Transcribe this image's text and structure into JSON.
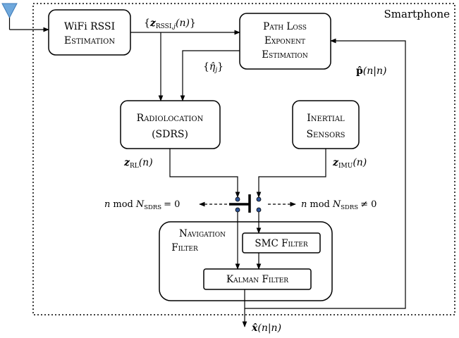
{
  "container_label": "Smartphone",
  "blocks": {
    "wifi_rssi": {
      "line1": "WiFi RSSI",
      "line2": "Estimation"
    },
    "path_loss": {
      "line1": "Path Loss",
      "line2": "Exponent",
      "line3": "Estimation"
    },
    "radiolocation": {
      "line1": "Radiolocation",
      "line2": "(SDRS)"
    },
    "inertial": {
      "line1": "Inertial",
      "line2": "Sensors"
    },
    "navigation": {
      "line1": "Navigation",
      "line2": "Filter"
    },
    "smc": {
      "label": "SMC Filter"
    },
    "kalman": {
      "label": "Kalman Filter"
    }
  },
  "signals": {
    "rssi_out": {
      "open": "{",
      "sym": "z",
      "sub": "RSSI,",
      "sub_idx": "j",
      "arg": "(n)",
      "close": "}"
    },
    "eta": {
      "open": "{",
      "sym": "η̂",
      "sub": "j",
      "close": "}"
    },
    "p_hat": {
      "sym": "p̂",
      "arg": "(n|n)"
    },
    "z_rl": {
      "sym": "z",
      "sub": "RL",
      "arg": "(n)"
    },
    "z_imu": {
      "sym": "z",
      "sub": "IMU",
      "arg": "(n)"
    },
    "x_hat": {
      "sym": "x̂",
      "arg": "(n|n)"
    }
  },
  "switch_conditions": {
    "left": {
      "n": "n",
      "mod": "mod",
      "N": "N",
      "sub": "SDRS",
      "rel": "= 0"
    },
    "right": {
      "n": "n",
      "mod": "mod",
      "N": "N",
      "sub": "SDRS",
      "rel": "≠ 0"
    }
  },
  "colors": {
    "antenna": "#6fa8dc",
    "antenna_stroke": "#3d7ab8",
    "line": "#000000",
    "switch_dot": "#2f5597"
  }
}
